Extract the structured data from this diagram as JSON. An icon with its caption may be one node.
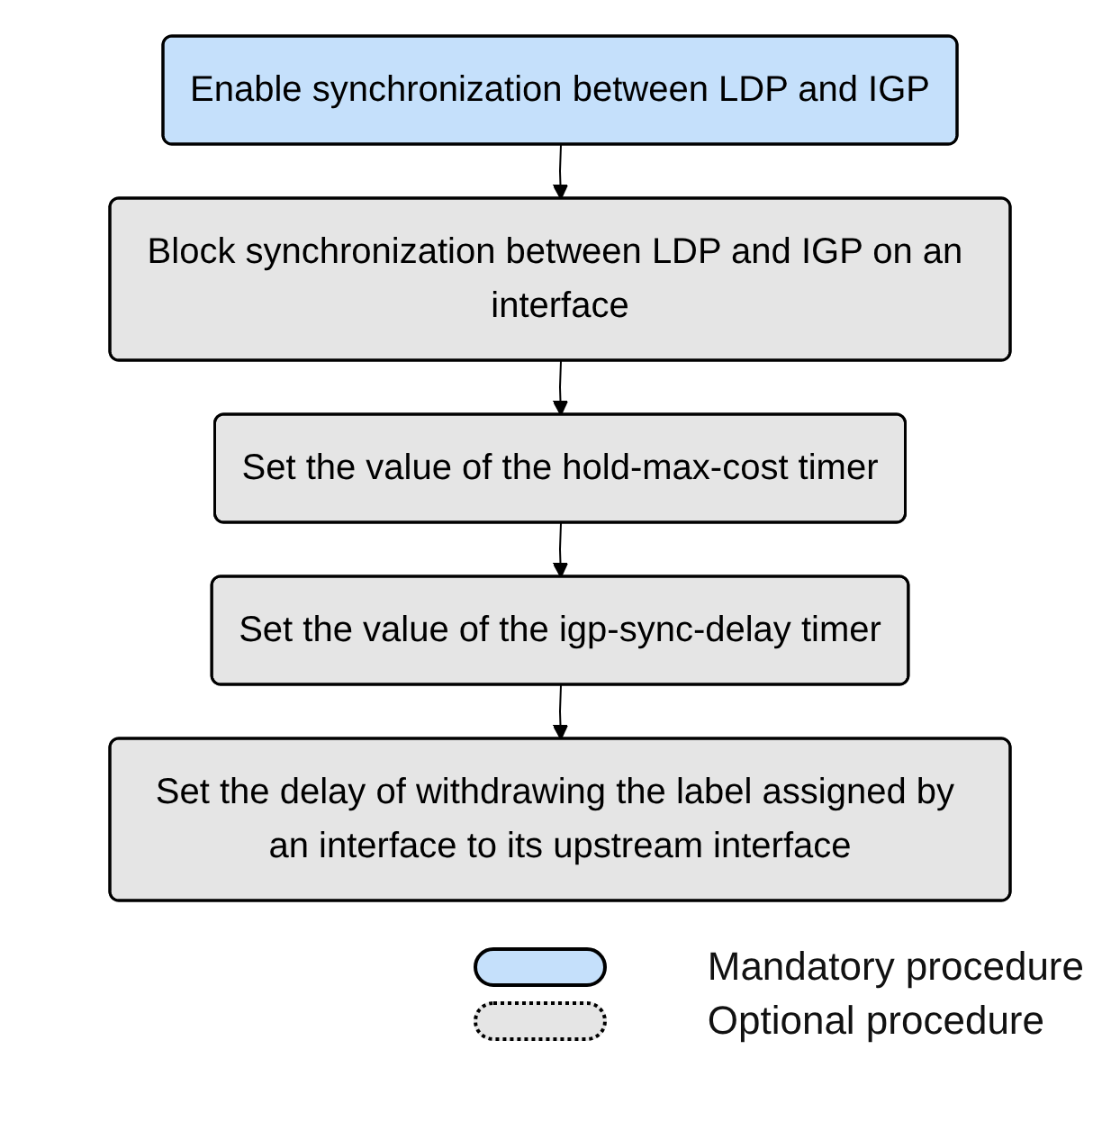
{
  "diagram": {
    "nodes": [
      {
        "text": [
          "Enable synchronization between LDP and IGP"
        ]
      },
      {
        "text": [
          "Block synchronization between LDP and IGP on an interface"
        ]
      },
      {
        "text": [
          "Set the value of the hold-max-cost timer"
        ]
      },
      {
        "text": [
          "Set the value of the igp-sync-delay timer"
        ]
      },
      {
        "text": [
          "Set the delay of withdrawing the label assigned by an interface to its upstream interface"
        ]
      }
    ],
    "edges": [
      {
        "from": 0,
        "to": 1,
        "arrow": "to"
      },
      {
        "from": 1,
        "to": 2,
        "arrow": "to"
      },
      {
        "from": 2,
        "to": 3,
        "arrow": "to"
      },
      {
        "from": 3,
        "to": 4,
        "arrow": "to"
      }
    ],
    "legend": [
      {
        "text": "Mandatory procedure",
        "color": "#c5e0fb"
      },
      {
        "text": "Optional procedure"
      }
    ]
  }
}
